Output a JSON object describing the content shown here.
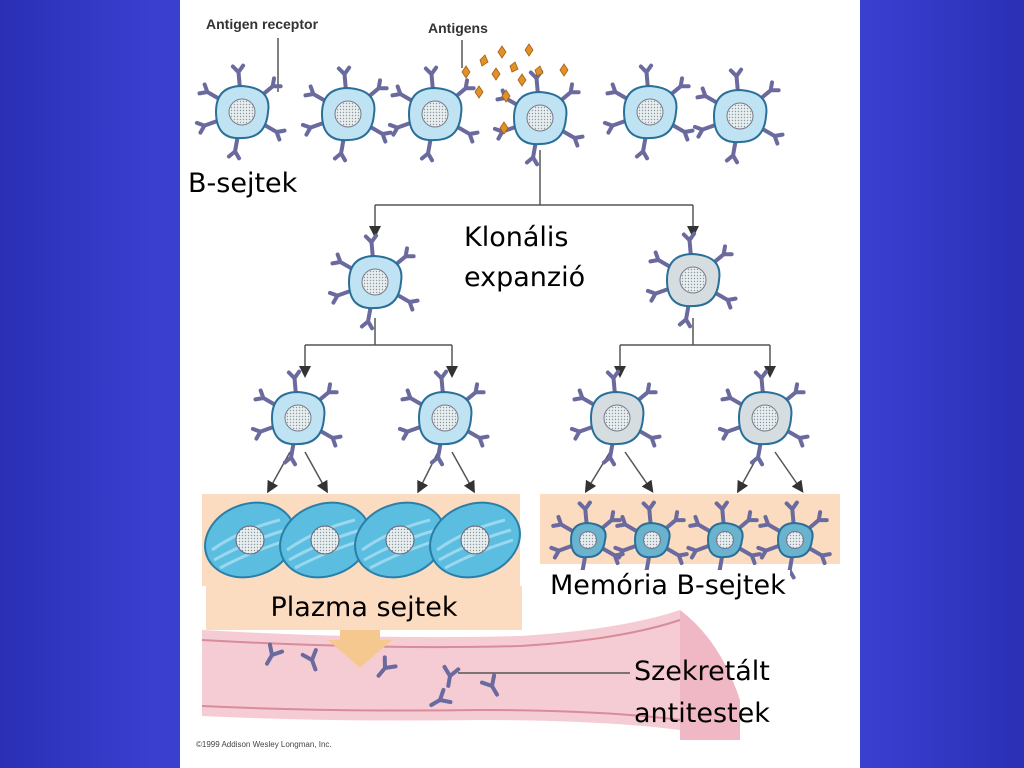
{
  "labels": {
    "antigen_receptor": "Antigen receptor",
    "antigens": "Antigens",
    "b_cells": "B-sejtek",
    "clonal_expansion_line1": "Klonális",
    "clonal_expansion_line2": "expanzió",
    "plasma_cells": "Plazma sejtek",
    "memory_b_cells": "Memória B-sejtek",
    "secreted_antibodies_line1": "Szekretált",
    "secreted_antibodies_line2": "antitestek",
    "copyright": "©1999 Addison Wesley Longman, Inc."
  },
  "colors": {
    "background": "#3a3fd0",
    "cell_blue": "#bfe3f2",
    "cell_gray": "#d6dde0",
    "receptor": "#6a6a9e",
    "antigen": "#e0912a",
    "plasma": "#5bbde0",
    "memory": "#6ab3cf",
    "band": "#fbdcc0",
    "vessel": "#f6ccd4"
  }
}
